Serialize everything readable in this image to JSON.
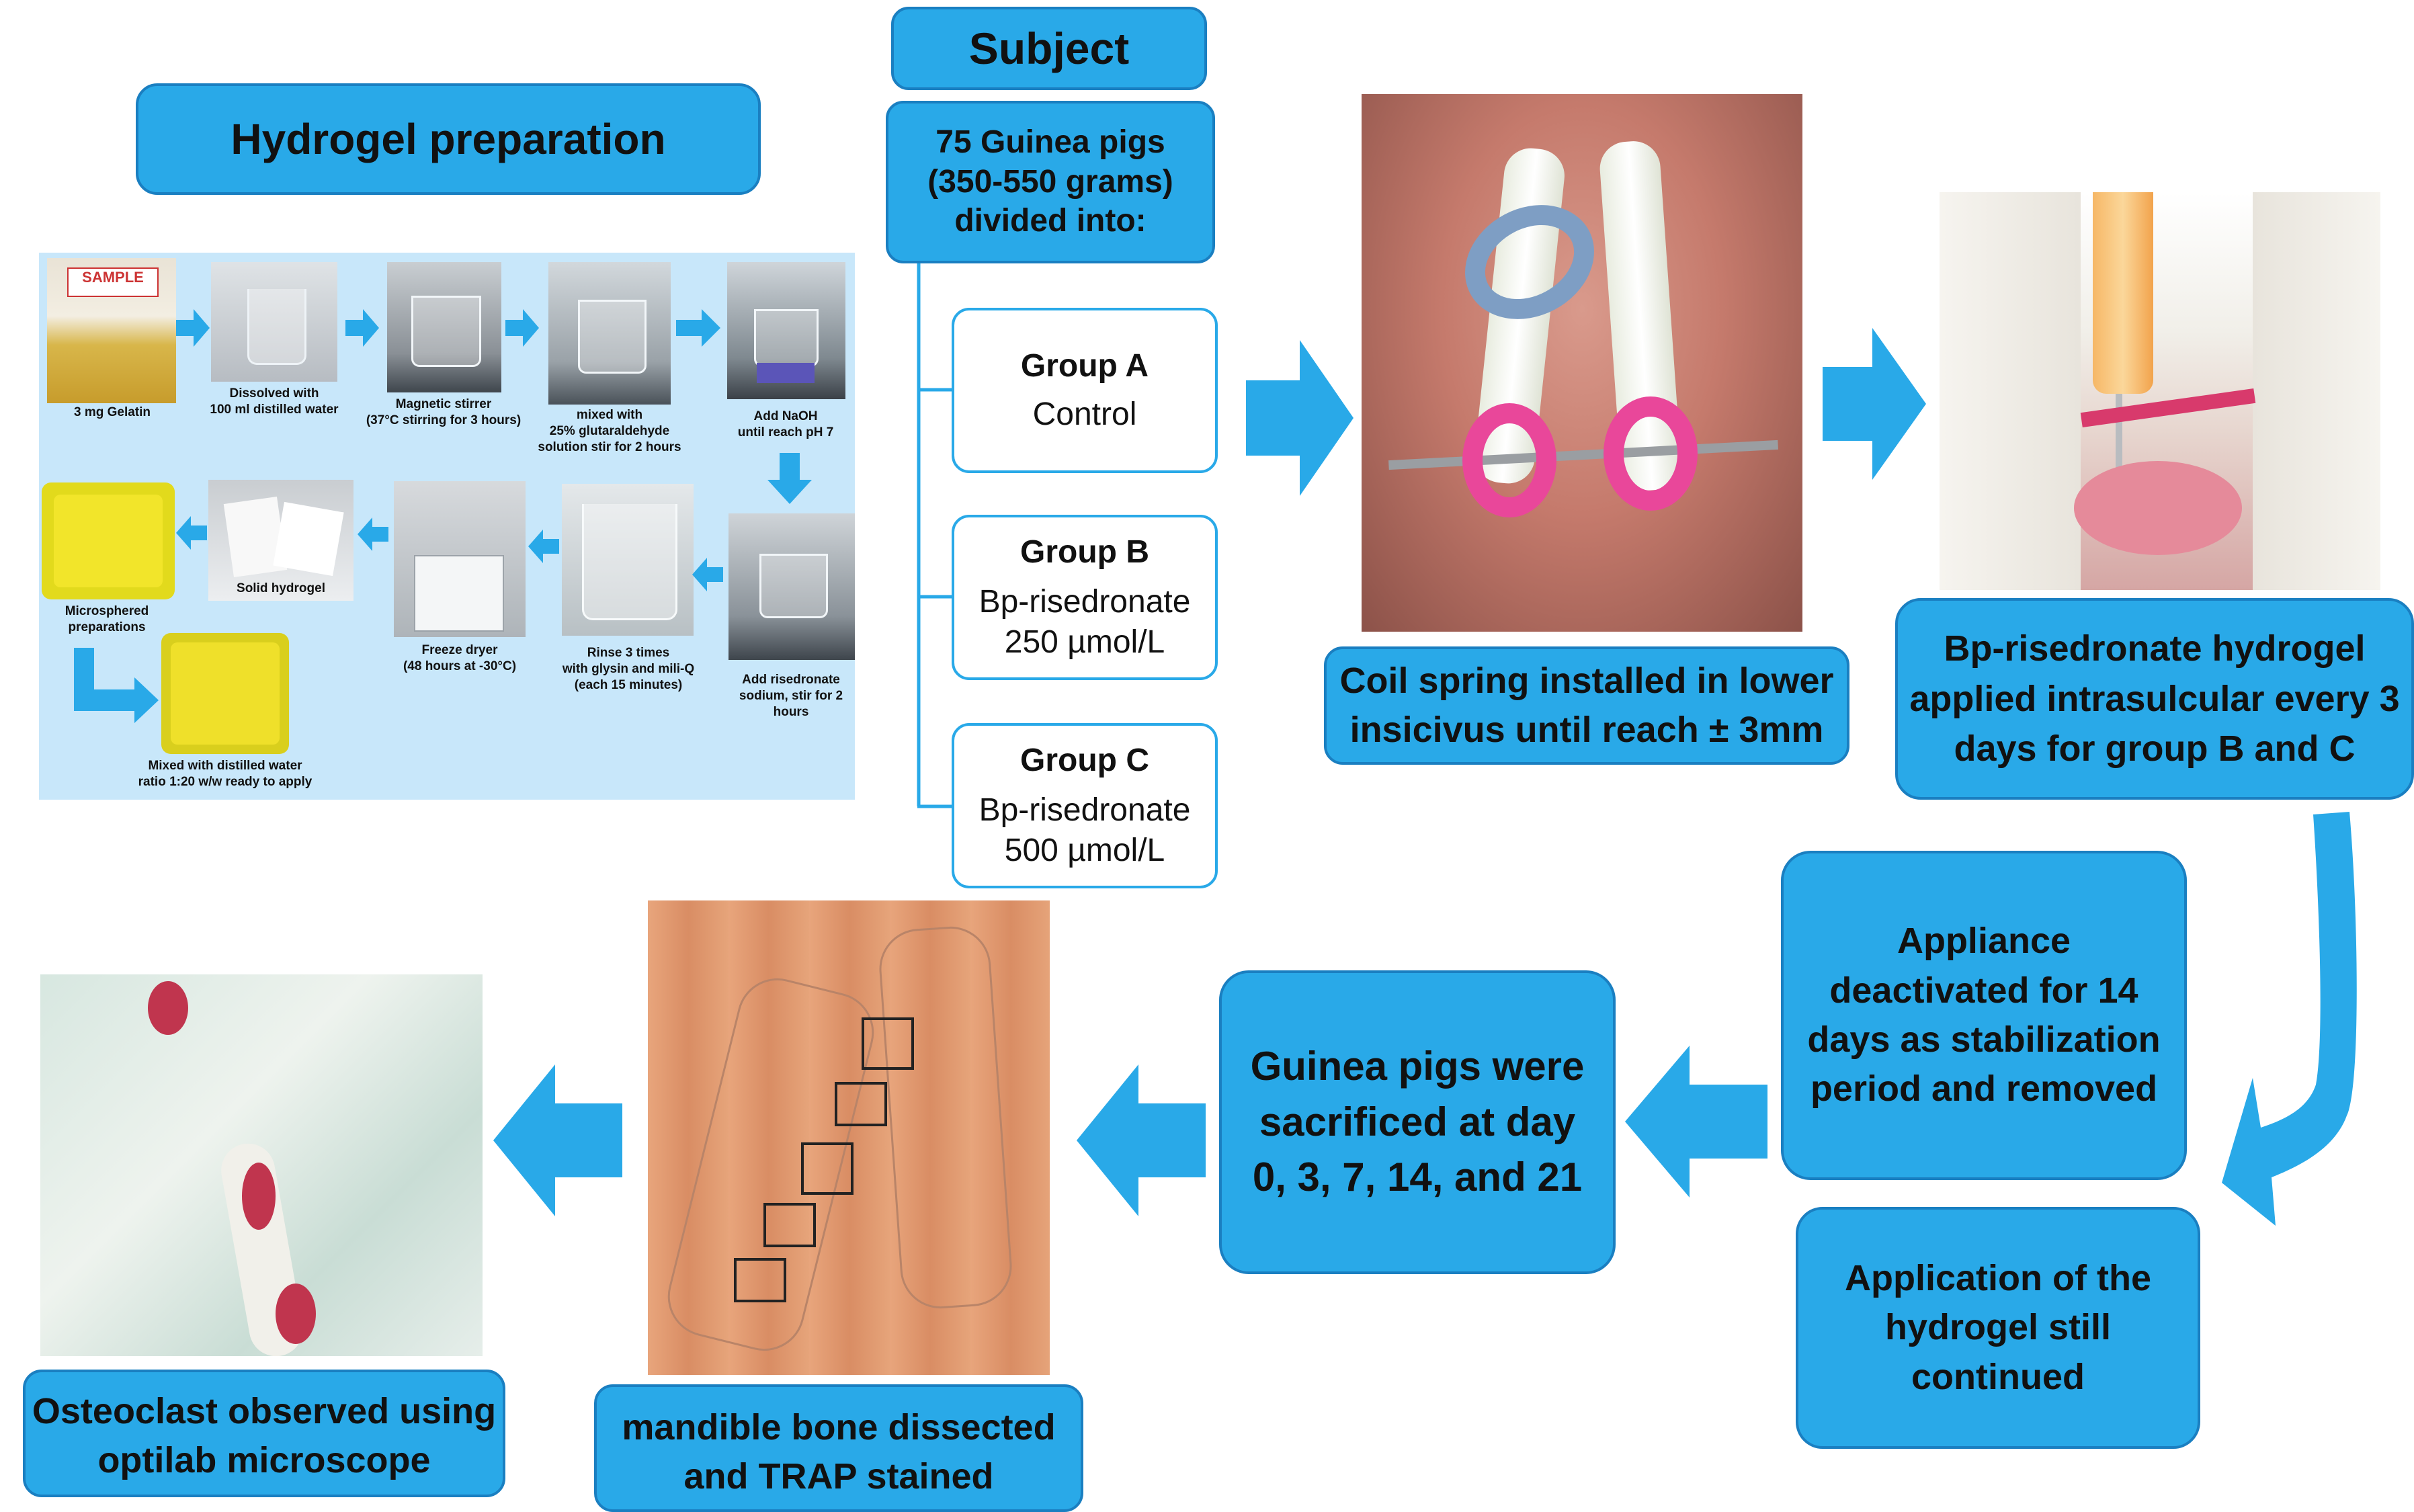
{
  "subject": {
    "title": "Subject",
    "description": [
      "75 Guinea pigs",
      "(350-550 grams)",
      "divided into:"
    ]
  },
  "groups": [
    {
      "name": "Group A",
      "detail": [
        "Control"
      ]
    },
    {
      "name": "Group B",
      "detail": [
        "Bp-risedronate",
        "250 µmol/L"
      ]
    },
    {
      "name": "Group C",
      "detail": [
        "Bp-risedronate",
        "500 µmol/L"
      ]
    }
  ],
  "hydrogel": {
    "title": "Hydrogel preparation",
    "steps": [
      {
        "caption": [
          "3 mg Gelatin"
        ],
        "label_text": "SAMPLE"
      },
      {
        "caption": [
          "Dissolved with",
          "100 ml distilled water"
        ]
      },
      {
        "caption": [
          "Magnetic stirrer",
          "(37°C stirring for 3 hours)"
        ]
      },
      {
        "caption": [
          "mixed with",
          "25% glutaraldehyde",
          "solution stir for 2 hours"
        ]
      },
      {
        "caption": [
          "Add NaOH",
          "until reach pH 7"
        ]
      },
      {
        "caption": [
          "Add risedronate",
          "sodium, stir for 2",
          "hours"
        ]
      },
      {
        "caption": [
          "Rinse 3 times",
          "with glysin and mili-Q",
          "(each 15 minutes)"
        ]
      },
      {
        "caption": [
          "Freeze dryer",
          "(48 hours at -30°C)"
        ]
      },
      {
        "caption": [
          "Solid hydrogel"
        ]
      },
      {
        "caption": [
          "Microsphered",
          "preparations"
        ]
      },
      {
        "caption": [
          "Mixed with distilled water",
          "ratio 1:20 w/w ready to apply"
        ]
      }
    ]
  },
  "steps": {
    "coil": [
      "Coil spring installed in lower",
      "insicivus until reach ± 3mm"
    ],
    "applied": [
      "Bp-risedronate hydrogel",
      "applied intrasulcular every 3",
      "days for group B and C"
    ],
    "deactivated": [
      "Appliance",
      "deactivated for 14",
      "days as stabilization",
      "period and removed"
    ],
    "continued": [
      "Application of the",
      "hydrogel still",
      "continued"
    ],
    "sacrificed": [
      "Guinea pigs were",
      "sacrificed at day",
      "0, 3, 7, 14, and 21"
    ],
    "trap": [
      "mandible bone dissected",
      "and TRAP stained"
    ],
    "osteoclast": [
      "Osteoclast observed using",
      "optilab microscope"
    ]
  },
  "colors": {
    "box_fill": "#29a9e8",
    "box_border": "#1a7fc1",
    "panel": "#c8e7fa",
    "arrow": "#29a9e8"
  }
}
